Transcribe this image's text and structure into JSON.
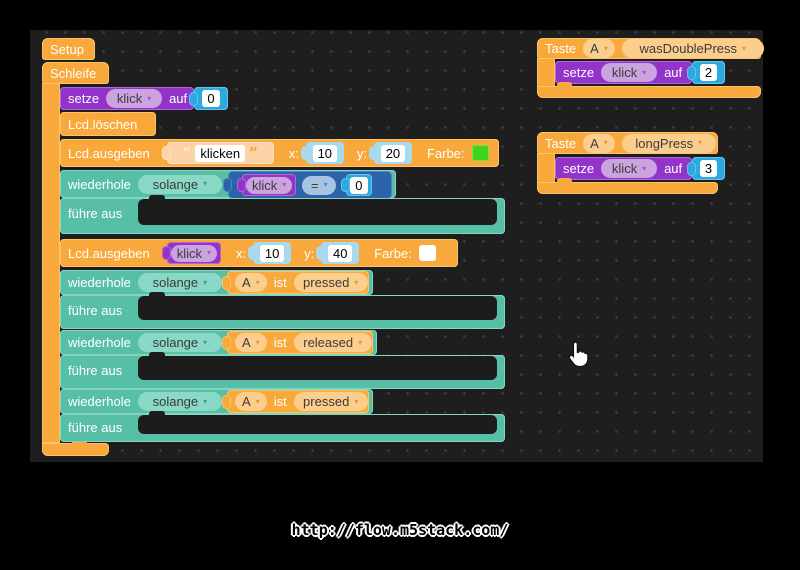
{
  "icons": {
    "dropdown_arrow": "▾",
    "quote_open": "“",
    "quote_close": "”",
    "cursor": "hand-pointer"
  },
  "colors": {
    "canvas_bg": "#1E1E1E",
    "block_orange": "#F9A83B",
    "block_teal": "#56BFA6",
    "block_purple": "#9233C9",
    "block_dark_blue": "#2B63A8",
    "block_bright_blue": "#2BA9E0",
    "shadow_number_blue": "#A9D9EF",
    "string_block_peach": "#FBD3A6",
    "color_swatch_green": "#3FD417",
    "color_swatch_white": "#FFFFFF"
  },
  "workspace": {
    "setup": {
      "label": "Setup"
    },
    "schleife": {
      "label": "Schleife"
    },
    "set_click_0": {
      "set": "setze",
      "var": "klick",
      "to": "auf",
      "value": "0"
    },
    "lcd_clear": {
      "label": "Lcd.löschen"
    },
    "lcd_print_text": {
      "label": "Lcd.ausgeben",
      "text": "klicken",
      "x_label": "x:",
      "x": "10",
      "y_label": "y:",
      "y": "20",
      "color_label": "Farbe:",
      "color": "#3FD417"
    },
    "while_click": {
      "repeat": "wiederhole",
      "mode": "solange",
      "var": "klick",
      "op": "=",
      "value": "0",
      "do": "führe aus"
    },
    "lcd_print_var": {
      "label": "Lcd.ausgeben",
      "var": "klick",
      "x_label": "x:",
      "x": "10",
      "y_label": "y:",
      "y": "40",
      "color_label": "Farbe:",
      "color": "#FFFFFF"
    },
    "while_pressed_1": {
      "repeat": "wiederhole",
      "mode": "solange",
      "button": "A",
      "is": "ist",
      "state": "pressed",
      "do": "führe aus"
    },
    "while_released": {
      "repeat": "wiederhole",
      "mode": "solange",
      "button": "A",
      "is": "ist",
      "state": "released",
      "do": "führe aus"
    },
    "while_pressed_2": {
      "repeat": "wiederhole",
      "mode": "solange",
      "button": "A",
      "is": "ist",
      "state": "pressed",
      "do": "führe aus"
    },
    "on_double_press": {
      "taste": "Taste",
      "button": "A",
      "event": "wasDoublePress",
      "set": "setze",
      "var": "klick",
      "to": "auf",
      "value": "2"
    },
    "on_long_press": {
      "taste": "Taste",
      "button": "A",
      "event": "longPress",
      "set": "setze",
      "var": "klick",
      "to": "auf",
      "value": "3"
    }
  },
  "footer": {
    "url": "http://flow.m5stack.com/"
  }
}
